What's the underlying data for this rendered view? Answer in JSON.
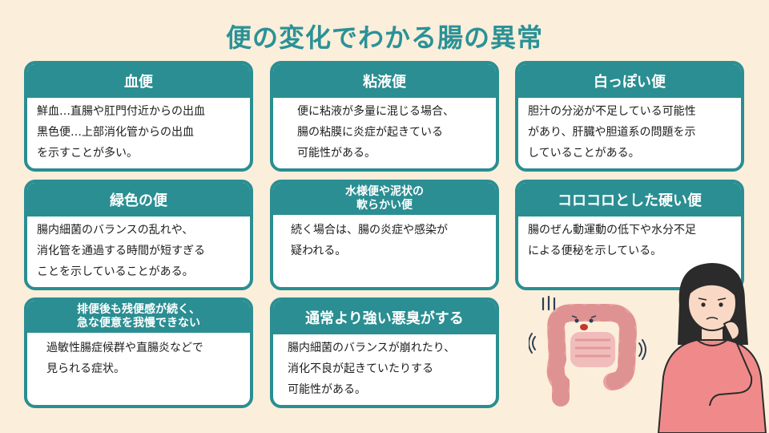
{
  "title": "便の変化でわかる腸の異常",
  "cards": [
    {
      "title": "血便",
      "lines": [
        "鮮血…直腸や肛門付近からの出血",
        "黒色便…上部消化管からの出血",
        "を示すことが多い。"
      ]
    },
    {
      "title": "粘液便",
      "lines": [
        "便に粘液が多量に混じる場合、",
        "腸の粘膜に炎症が起きている",
        "可能性がある。"
      ]
    },
    {
      "title": "白っぽい便",
      "lines": [
        "胆汁の分泌が不足している可能性",
        "があり、肝臓や胆道系の問題を示",
        "していることがある。"
      ]
    },
    {
      "title": "緑色の便",
      "lines": [
        "腸内細菌のバランスの乱れや、",
        "消化管を通過する時間が短すぎる",
        "ことを示していることがある。"
      ]
    },
    {
      "title_lines": [
        "水様便や泥状の",
        "軟らかい便"
      ],
      "lines": [
        "続く場合は、腸の炎症や感染が",
        "疑われる。"
      ]
    },
    {
      "title": "コロコロとした硬い便",
      "lines": [
        "腸のぜん動運動の低下や水分不足",
        "による便秘を示している。"
      ]
    },
    {
      "title_lines": [
        "排便後も残便感が続く、",
        "急な便意を我慢できない"
      ],
      "lines": [
        "過敏性腸症候群や直腸炎などで",
        "見られる症状。"
      ]
    },
    {
      "title": "通常より強い悪臭がする",
      "lines": [
        "腸内細菌のバランスが崩れたり、",
        "消化不良が起きていたりする",
        "可能性がある。"
      ]
    }
  ],
  "colors": {
    "background": "#fbeedb",
    "accent": "#2a8e92",
    "title": "#2a9296",
    "intestine": "#e9a3a3",
    "sweater": "#f08a8a"
  },
  "icons": [
    "intestine-icon",
    "worried-woman-icon"
  ]
}
